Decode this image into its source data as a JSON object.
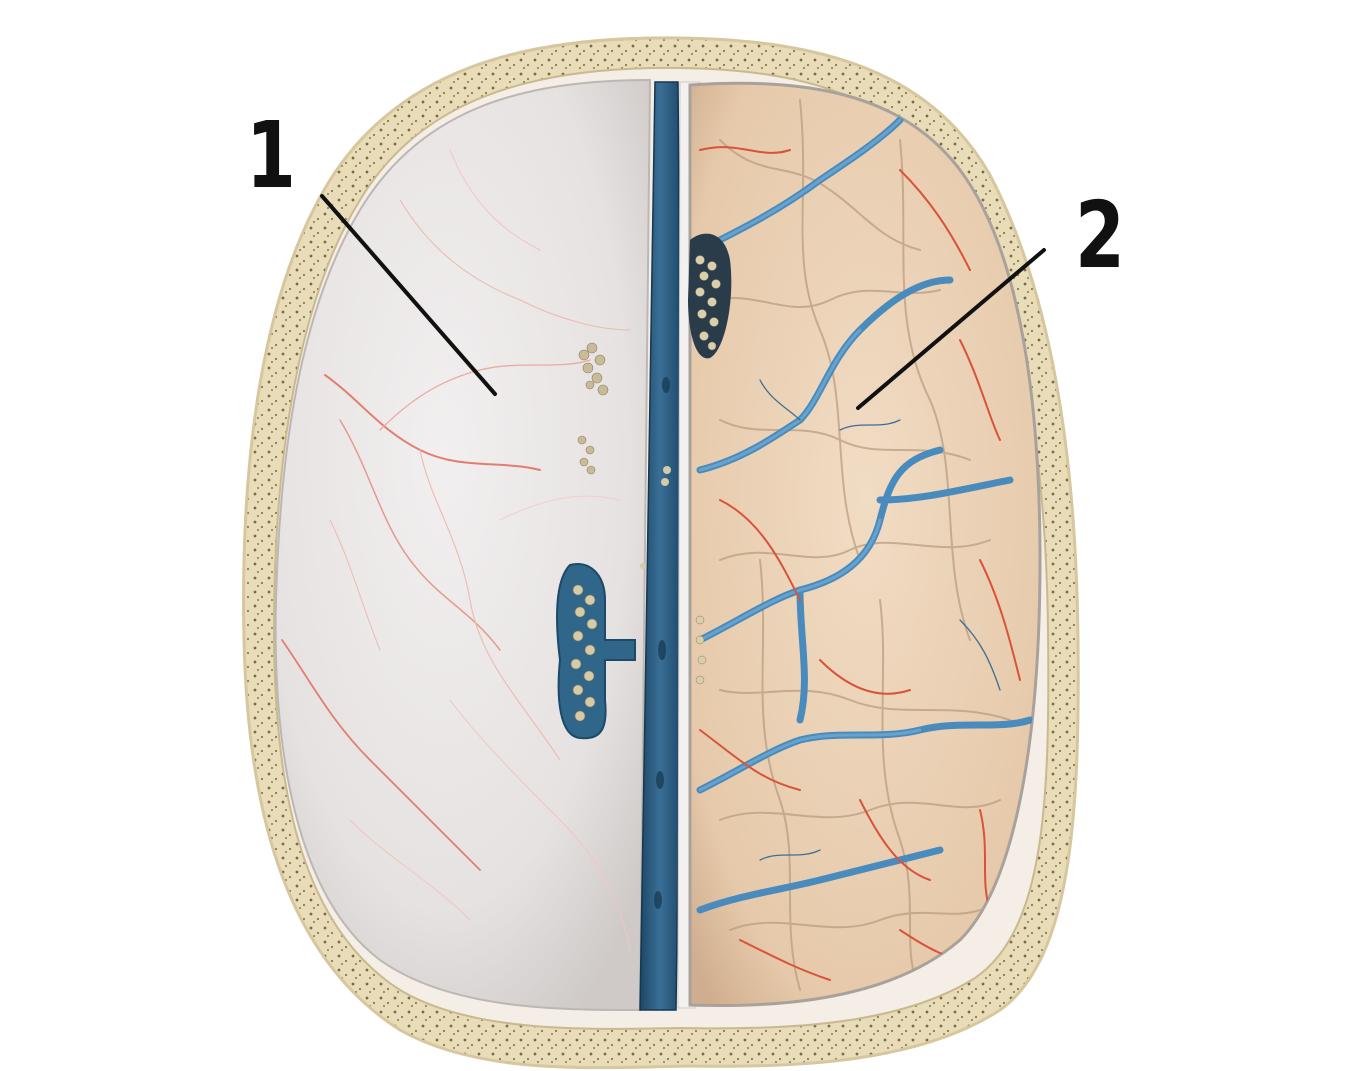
{
  "figure": {
    "view": "superior view of opened cranium",
    "regions": {
      "left": "dura mater covering left hemisphere",
      "center": "superior sagittal sinus",
      "right": "exposed cerebral cortex with surface veins and arteries"
    },
    "colors": {
      "bone": "#e9dcb8",
      "bone_pores": "#6b5a34",
      "dura": "#e8e4e2",
      "dura_vessel": "#e5a9a2",
      "sinus": "#27577a",
      "cortex": "#ecd3b8",
      "vein": "#4a8bbd",
      "artery": "#d9533b",
      "leader_line": "#111111"
    }
  },
  "labels": [
    {
      "id": "1",
      "text": "1",
      "target": "dura mater"
    },
    {
      "id": "2",
      "text": "2",
      "target": "cerebral cortex"
    }
  ]
}
